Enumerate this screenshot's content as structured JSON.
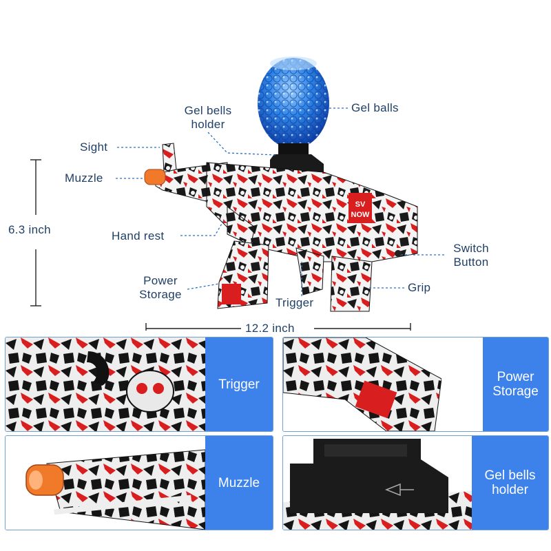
{
  "diagram": {
    "labels": {
      "gel_balls": "Gel balls",
      "gel_bells_holder_1": "Gel bells",
      "gel_bells_holder_2": "holder",
      "sight": "Sight",
      "muzzle": "Muzzle",
      "hand_rest": "Hand rest",
      "switch_button_1": "Switch",
      "switch_button_2": "Button",
      "power_storage_1": "Power",
      "power_storage_2": "Storage",
      "trigger": "Trigger",
      "grip": "Grip"
    },
    "dimensions": {
      "height": "6.3 inch",
      "length": "12.2 inch"
    }
  },
  "panels": [
    {
      "label": "Trigger"
    },
    {
      "label_1": "Power",
      "label_2": "Storage"
    },
    {
      "label": "Muzzle"
    },
    {
      "label_1": "Gel bells",
      "label_2": "holder"
    }
  ],
  "colors": {
    "label_text": "#1f3f66",
    "panel_blue": "#3d82ea",
    "gel_blue": "#2f86e8",
    "gun_red": "#d81e1e",
    "muzzle_orange": "#f07a2a"
  }
}
